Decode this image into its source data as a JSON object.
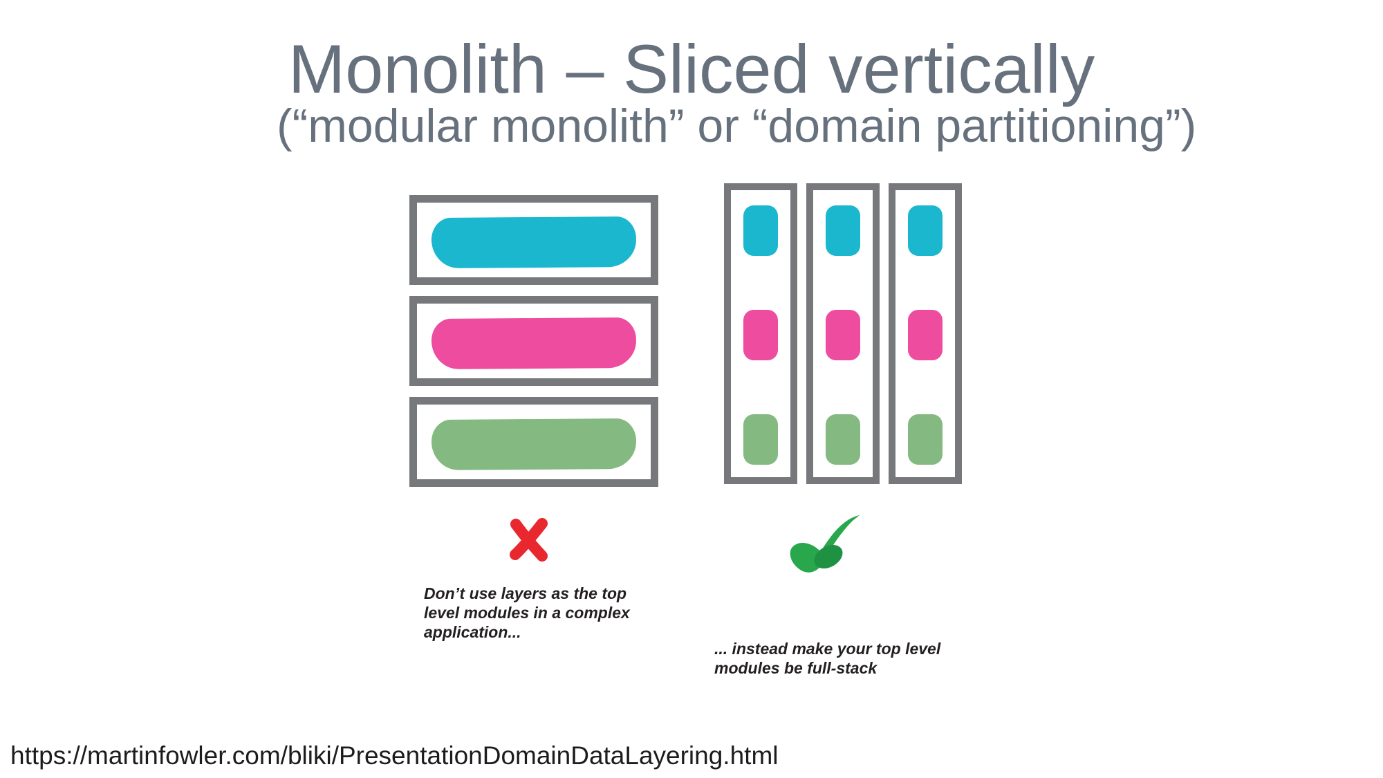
{
  "slide": {
    "title": "Monolith – Sliced vertically",
    "subtitle": "(“modular monolith” or “domain partitioning”)",
    "left_caption": "Don’t use layers as the top\nlevel modules in a complex\napplication...",
    "right_caption": "... instead make your top level\nmodules be full-stack",
    "footer_url": "https://martinfowler.com/bliki/PresentationDomainDataLayering.html"
  },
  "diagram": {
    "left_stack": {
      "verdict_icon": "cross-icon",
      "boxes": 3,
      "blob_colors": [
        "cyan",
        "pink",
        "green"
      ]
    },
    "right_stack": {
      "verdict_icon": "check-icon",
      "columns": 3,
      "blocks_per_column": [
        "cyan",
        "pink",
        "green"
      ]
    }
  },
  "colors": {
    "title_gray": "#66717D",
    "box_border_gray": "#77787B",
    "cyan": "#1BB7CE",
    "pink": "#EE4C9E",
    "green": "#84BA81",
    "cross_red": "#E8282E",
    "check_green": "#29A74D",
    "check_green_dark": "#1E9142",
    "caption_dark": "#231F20",
    "url_dark": "#1C1C1C"
  }
}
